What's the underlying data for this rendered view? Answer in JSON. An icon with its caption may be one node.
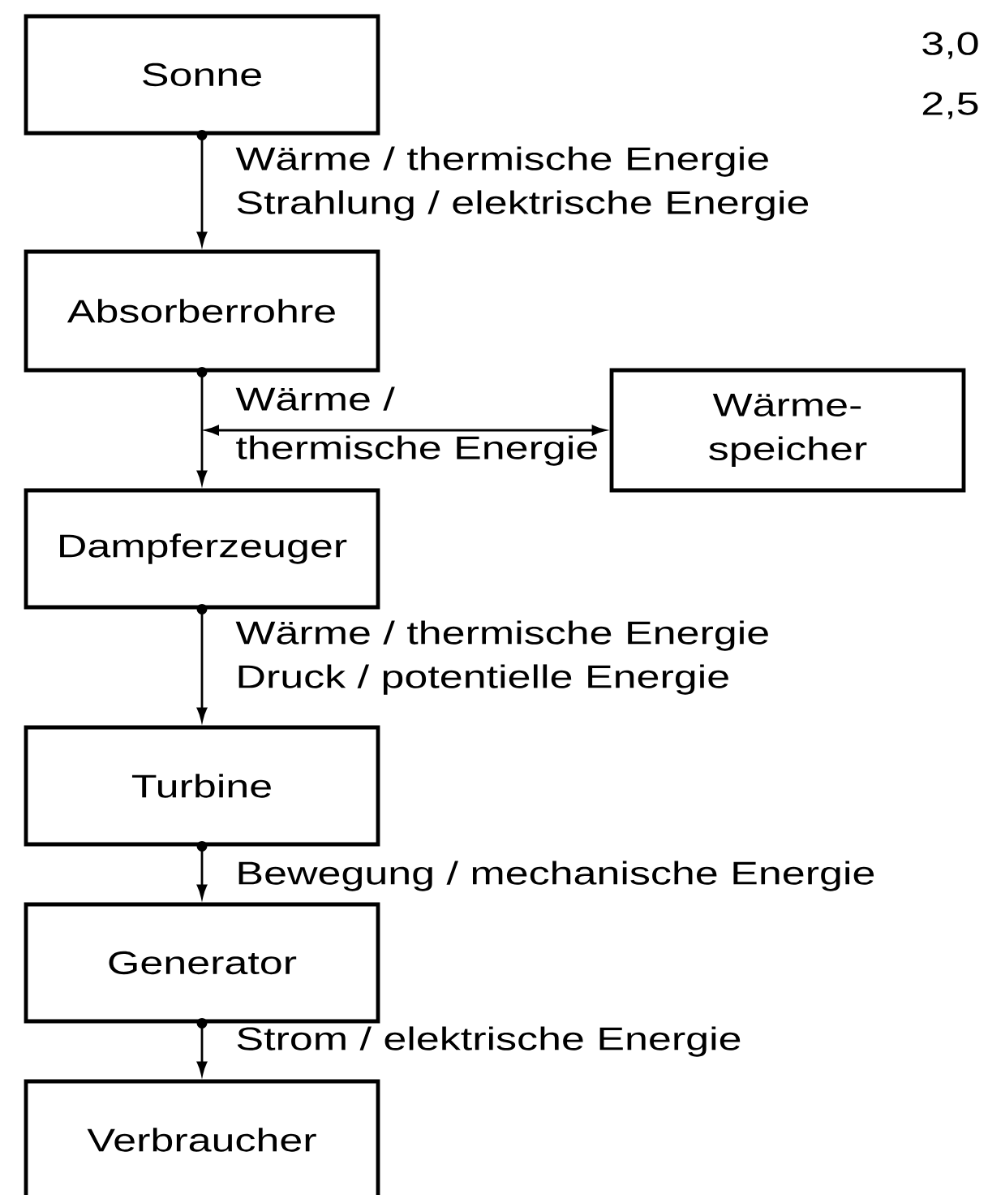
{
  "diagram": {
    "nodes": [
      {
        "text": [
          "Sonne"
        ]
      },
      {
        "text": [
          "Absorberrohre"
        ]
      },
      {
        "text": [
          "Wärme- speicher"
        ]
      },
      {
        "text": [
          "Dampferzeuger"
        ]
      },
      {
        "text": [
          "Turbine"
        ]
      },
      {
        "text": [
          "Generator"
        ]
      },
      {
        "text": [
          "Verbraucher"
        ]
      }
    ],
    "edges": [
      {
        "from": 0,
        "to": 1,
        "arrow": "to",
        "label": "Wärme / thermische Energie Strahlung / elektrische Energie"
      },
      {
        "from": 1,
        "to": 3,
        "arrow": "to"
      },
      {
        "from": null,
        "to": 2,
        "arrow": "both",
        "label": "Wärme / thermische Energie"
      },
      {
        "from": 3,
        "to": 4,
        "arrow": "to",
        "label": "Wärme / thermische Energie Druck / potentielle Energie"
      },
      {
        "from": 4,
        "to": 5,
        "arrow": "to",
        "label": "Bewegung / mechanische Energie"
      },
      {
        "from": 5,
        "to": 6,
        "arrow": "to",
        "label": "Strom / elektrische Energie"
      }
    ],
    "labels": [
      "3,0",
      "2,5"
    ]
  }
}
